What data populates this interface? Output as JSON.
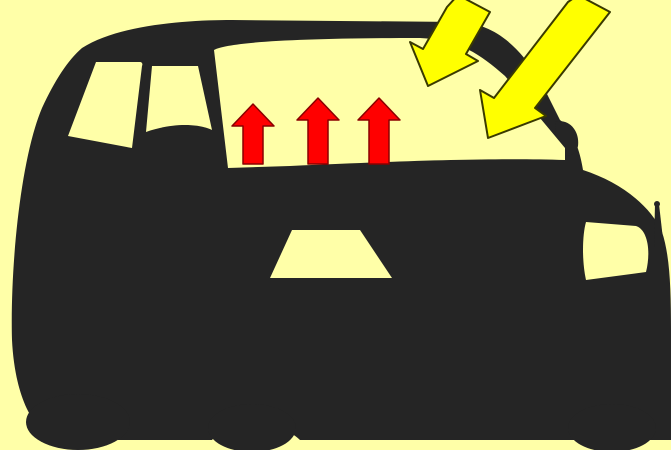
{
  "colors": {
    "background": "#ffffa8",
    "car_silhouette": "#252525",
    "window": "#ffffa8",
    "heat_arrow_fill": "#ff0000",
    "heat_arrow_stroke": "#8a0000",
    "sunlight_arrow_fill": "#ffff00",
    "sunlight_arrow_stroke": "#3a3a00"
  },
  "diagram": {
    "heat_arrows": {
      "count": 3,
      "direction": "up"
    },
    "sunlight_arrows": {
      "count": 2,
      "direction": "down-left"
    }
  }
}
